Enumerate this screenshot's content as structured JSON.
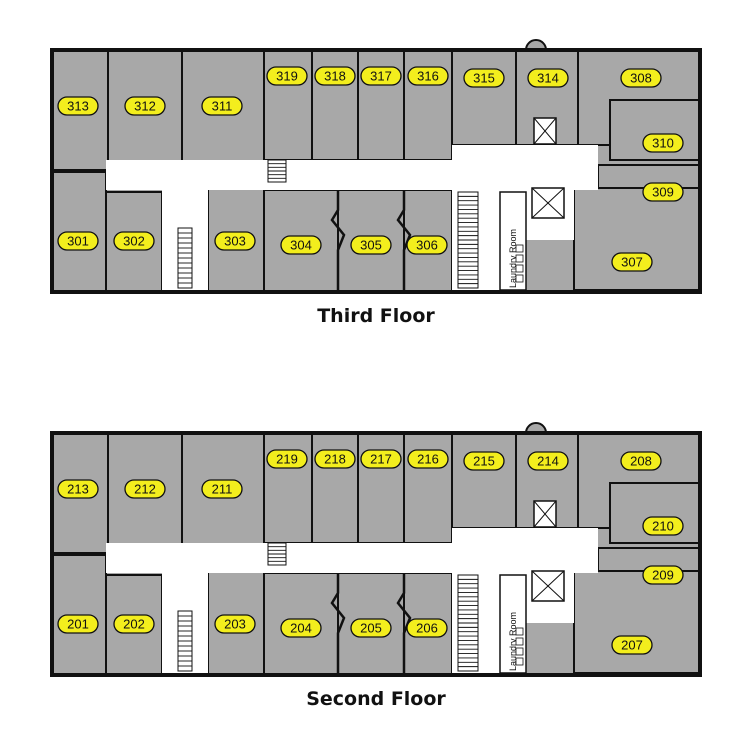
{
  "floors": [
    {
      "title": "Third Floor",
      "rooms": [
        "313",
        "312",
        "311",
        "319",
        "318",
        "317",
        "316",
        "315",
        "314",
        "308",
        "310",
        "309",
        "301",
        "302",
        "303",
        "304",
        "305",
        "306",
        "307"
      ],
      "laundry": "Laundry Room"
    },
    {
      "title": "Second Floor",
      "rooms": [
        "213",
        "212",
        "211",
        "219",
        "218",
        "217",
        "216",
        "215",
        "214",
        "208",
        "210",
        "209",
        "201",
        "202",
        "203",
        "204",
        "205",
        "206",
        "207"
      ],
      "laundry": "Laundry Room"
    }
  ],
  "colors": {
    "room_fill": "#a8a8a8",
    "label_fill": "#f3ee1d",
    "walls": "#111111"
  }
}
